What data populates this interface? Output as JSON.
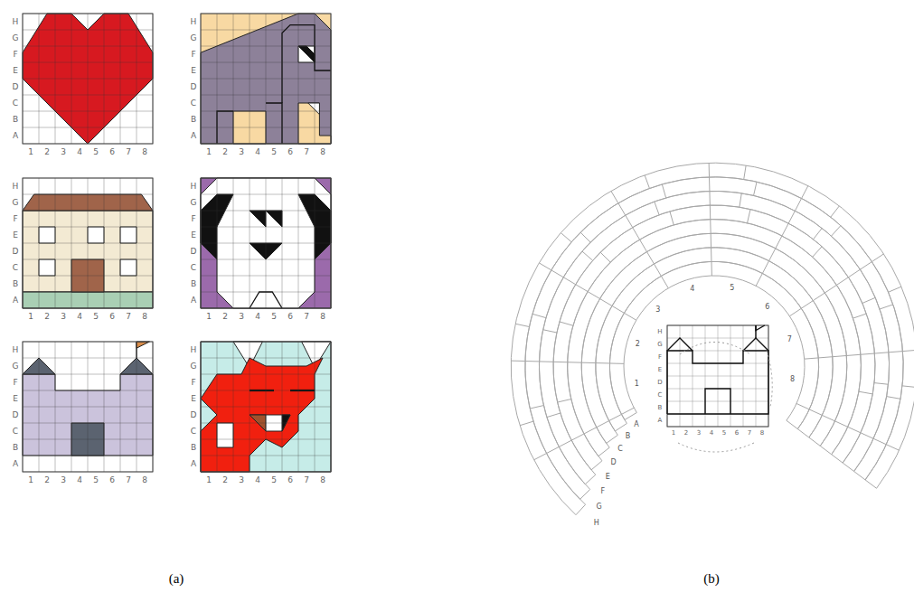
{
  "diagram": {
    "labels": [
      "H",
      "G",
      "F",
      "E",
      "D",
      "C",
      "B",
      "A",
      "1",
      "2",
      "3",
      "4",
      "5",
      "6",
      "7",
      "8",
      "H",
      "G",
      "F",
      "E",
      "D",
      "C",
      "B",
      "A",
      "1",
      "2",
      "3",
      "4",
      "5",
      "6",
      "7",
      "8",
      "H",
      "G",
      "F",
      "E",
      "D",
      "C",
      "B",
      "A",
      "1",
      "2",
      "3",
      "4",
      "5",
      "6",
      "7",
      "8",
      "H",
      "G",
      "F",
      "E",
      "D",
      "C",
      "B",
      "A",
      "1",
      "2",
      "3",
      "4",
      "5",
      "6",
      "7",
      "8",
      "H",
      "G",
      "F",
      "E",
      "D",
      "C",
      "B",
      "A",
      "1",
      "2",
      "3",
      "4",
      "5",
      "6",
      "7",
      "8",
      "H",
      "G",
      "F",
      "E",
      "D",
      "C",
      "B",
      "A",
      "1",
      "2",
      "3",
      "4",
      "5",
      "6",
      "7",
      "8",
      "1",
      "2",
      "3",
      "4",
      "5",
      "6",
      "7",
      "8",
      "A",
      "B",
      "C",
      "D",
      "E",
      "F",
      "G",
      "H",
      "H",
      "G",
      "F",
      "E",
      "D",
      "C",
      "B",
      "A",
      "1",
      "2",
      "3",
      "4",
      "5",
      "6",
      "7",
      "8",
      "(a)",
      "(b)"
    ]
  }
}
